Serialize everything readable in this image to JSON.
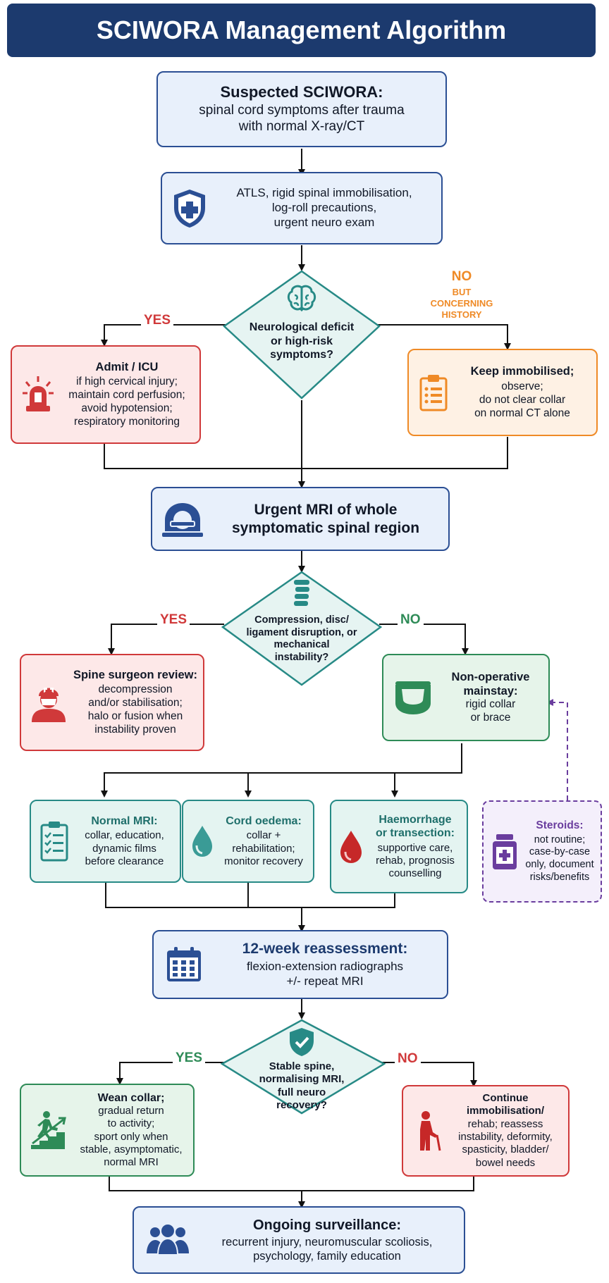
{
  "title": "SCIWORA Management Algorithm",
  "step1": {
    "heading": "Suspected SCIWORA:",
    "line1": "spinal cord symptoms after trauma",
    "line2": "with normal X-ray/CT"
  },
  "step2": {
    "lines": [
      "ATLS, rigid spinal immobilisation,",
      "log-roll precautions,",
      "urgent neuro exam"
    ]
  },
  "decision1": {
    "lines": [
      "Neurological deficit",
      "or high-risk",
      "symptoms?"
    ],
    "yes_label": "YES",
    "no_label": "NO",
    "no_sub": [
      "BUT",
      "CONCERNING",
      "HISTORY"
    ]
  },
  "admit": {
    "heading": "Admit / ICU",
    "lines": [
      "if high cervical injury;",
      "maintain cord perfusion;",
      "avoid hypotension;",
      "respiratory monitoring"
    ]
  },
  "keep": {
    "heading": "Keep immobilised;",
    "lines": [
      "observe;",
      "do not clear collar",
      "on normal CT alone"
    ]
  },
  "mri": {
    "lines": [
      "Urgent MRI of whole",
      "symptomatic spinal region"
    ]
  },
  "decision2": {
    "lines": [
      "Compression, disc/",
      "ligament disruption, or",
      "mechanical",
      "instability?"
    ],
    "yes_label": "YES",
    "no_label": "NO"
  },
  "surgeon": {
    "heading": "Spine surgeon review:",
    "lines": [
      "decompression",
      "and/or stabilisation;",
      "halo or fusion when",
      "instability proven"
    ]
  },
  "nonop": {
    "heading": [
      "Non-operative",
      "mainstay:"
    ],
    "lines": [
      "rigid collar",
      "or brace"
    ]
  },
  "normal_mri": {
    "heading": "Normal MRI:",
    "lines": [
      "collar, education,",
      "dynamic films",
      "before clearance"
    ]
  },
  "oedema": {
    "heading": "Cord oedema:",
    "lines": [
      "collar +",
      "rehabilitation;",
      "monitor recovery"
    ]
  },
  "haem": {
    "heading": [
      "Haemorrhage",
      "or transection:"
    ],
    "lines": [
      "supportive care,",
      "rehab, prognosis",
      "counselling"
    ]
  },
  "steroids": {
    "heading": "Steroids:",
    "lines": [
      "not routine;",
      "case-by-case",
      "only, document",
      "risks/benefits"
    ]
  },
  "reassess": {
    "heading": "12-week reassessment:",
    "lines": [
      "flexion-extension radiographs",
      "+/- repeat MRI"
    ]
  },
  "decision3": {
    "lines": [
      "Stable spine,",
      "normalising MRI,",
      "full neuro",
      "recovery?"
    ],
    "yes_label": "YES",
    "no_label": "NO"
  },
  "wean": {
    "lines": [
      "Wean collar;",
      "gradual return",
      "to activity;",
      "sport only when",
      "stable, asymptomatic,",
      "normal MRI"
    ]
  },
  "continue": {
    "lines": [
      "Continue",
      "immobilisation/",
      "rehab; reassess",
      "instability, deformity,",
      "spasticity, bladder/",
      "bowel needs"
    ]
  },
  "surveillance": {
    "heading": "Ongoing surveillance:",
    "lines": [
      "recurrent injury, neuromuscular scoliosis,",
      "psychology, family education"
    ]
  },
  "colors": {
    "navy": "#1c3a6e",
    "red": "#d0393a",
    "orange": "#ef8a26",
    "green": "#2e8b57",
    "teal": "#278a86",
    "purple": "#6a3d9e"
  },
  "icons": [
    "shield-cross-icon",
    "brain-icon",
    "siren-icon",
    "clipboard-icon",
    "mri-scanner-icon",
    "spine-icon",
    "surgeon-icon",
    "cervical-collar-icon",
    "checklist-icon",
    "water-drop-icon",
    "blood-drop-icon",
    "medicine-bottle-icon",
    "calendar-icon",
    "shield-check-icon",
    "climbing-person-icon",
    "elderly-person-icon",
    "people-group-icon"
  ]
}
